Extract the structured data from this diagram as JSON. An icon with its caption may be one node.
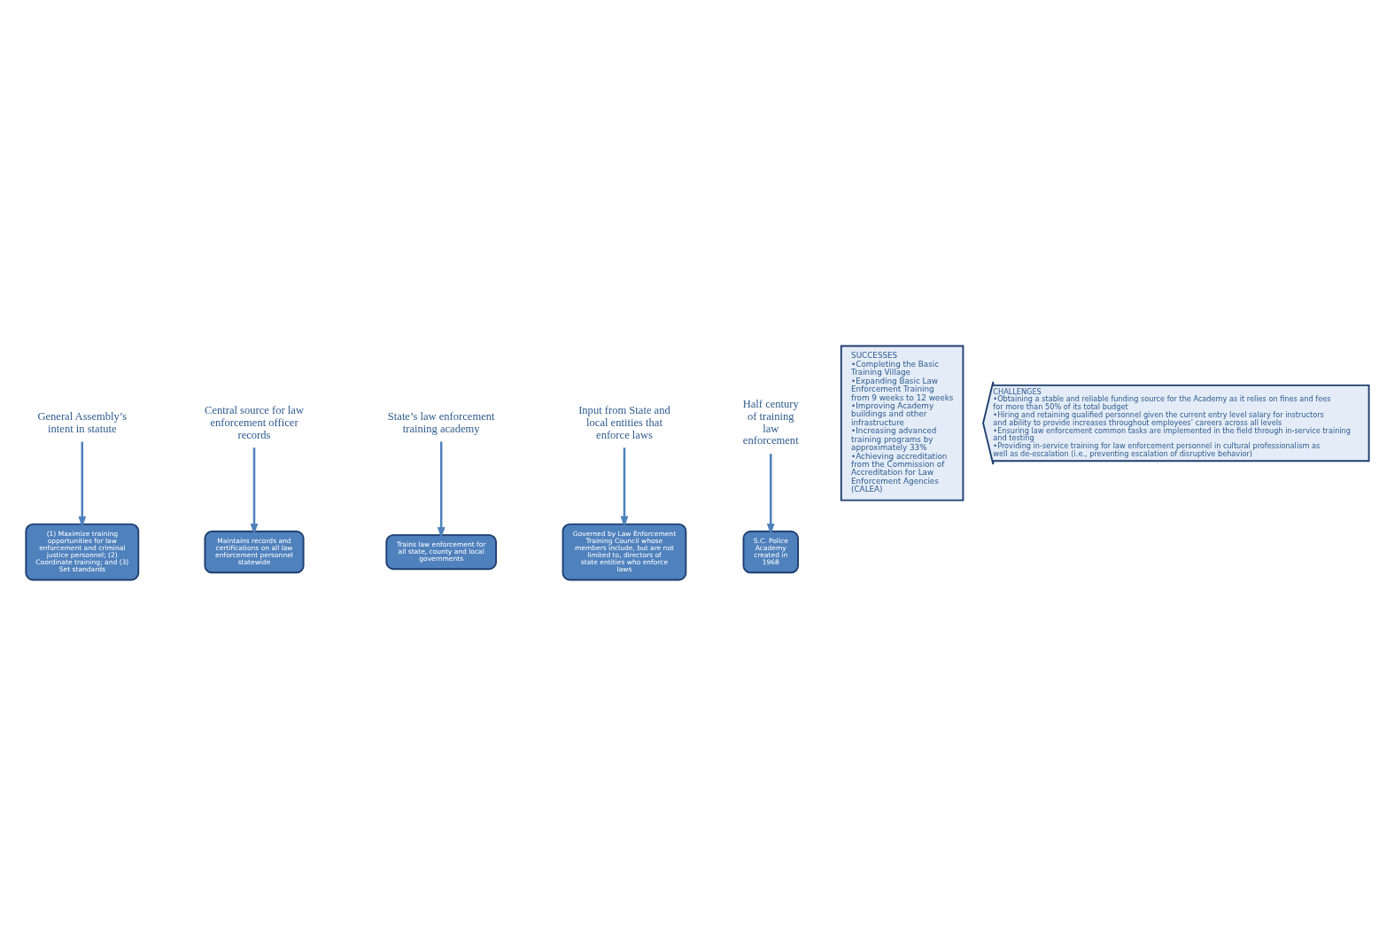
{
  "diagram": {
    "nodes": [
      {
        "text": [
          "General Assembly’s intent in statute"
        ]
      },
      {
        "text": [
          "(1) Maximize training opportunities for law enforcement and criminal justice personnel; (2) Coordinate training; and (3) Set standards"
        ]
      },
      {
        "text": [
          "Central source for law enforcement officer records"
        ]
      },
      {
        "text": [
          "Maintains records and certifications on all law enforcement personnel statewide"
        ]
      },
      {
        "text": [
          "State’s law enforcement training academy"
        ]
      },
      {
        "text": [
          "Trains law enforcement for all state, county and local governments"
        ]
      },
      {
        "text": [
          "Input from State and local entities that enforce laws"
        ]
      },
      {
        "text": [
          "Governed by Law Enforcement Training Council whose members include, but are not limited to, directors of state entities who enforce laws"
        ]
      },
      {
        "text": [
          "S.C. Police Academy created in 1968"
        ]
      },
      {
        "text": [
          "Half century of training law enforcement"
        ]
      },
      {
        "text": [
          "SUCCESSES",
          "•Completing the Basic Training Village",
          "•Expanding Basic Law Enforcement Training from 9 weeks to 12 weeks",
          "•Improving Academy buildings and other infrastructure",
          "•Increasing advanced training programs by approximately 33%",
          "•Achieving accreditation from the Commission of Accreditation for Law Enforcement Agencies (CALEA)"
        ]
      },
      {
        "text": [
          "CHALLENGES",
          "•Obtaining a stable and reliable funding source for the Academy as it relies on fines and fees for more than 50% of its total budget",
          "•Hiring and retaining qualified personnel given the current entry level salary for instructors and ability to provide increases throughout employees’ careers across all levels",
          "•Ensuring law enforcement common tasks are implemented in the field through in-service training and testing",
          "•Providing in-service training for law enforcement personnel in cultural professionalism as well as de-escalation (i.e., preventing escalation of disruptive behavior)"
        ]
      }
    ],
    "edges": [
      {
        "from": 0,
        "to": 1,
        "arrow": "to"
      },
      {
        "from": 2,
        "to": 3,
        "arrow": "to"
      },
      {
        "from": 4,
        "to": 5,
        "arrow": "to"
      },
      {
        "from": 6,
        "to": 7,
        "arrow": "to"
      },
      {
        "from": 9,
        "to": 8,
        "arrow": "to"
      }
    ]
  }
}
